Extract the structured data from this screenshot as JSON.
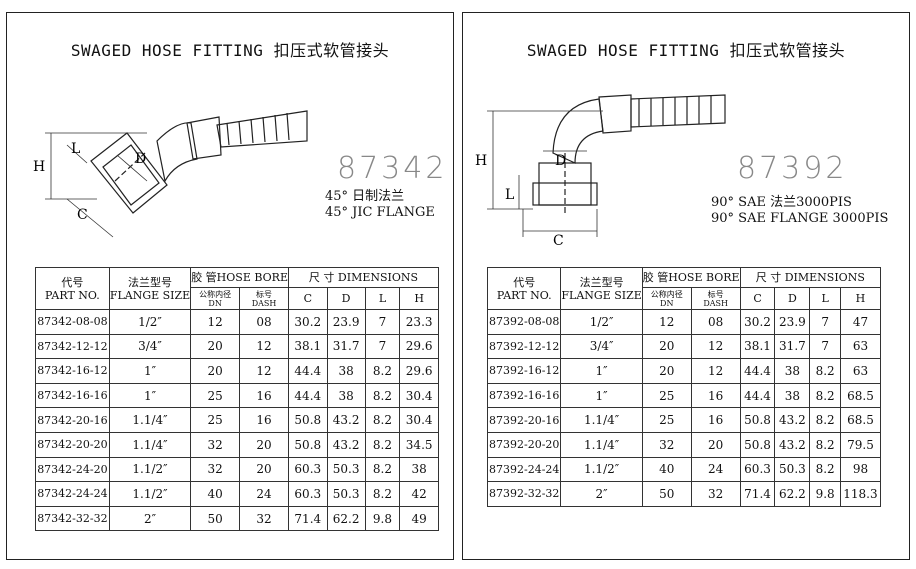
{
  "left": {
    "title": "SWAGED HOSE FITTING  扣压式软管接头",
    "code": "87342",
    "desc_line1": "45° 日制法兰",
    "desc_line2": "45° JIC FLANGE",
    "dim_labels": {
      "H": "H",
      "L": "L",
      "D": "D",
      "C": "C"
    },
    "table": {
      "h_code_cn": "代号",
      "h_code_en": "PART NO.",
      "h_flange_cn": "法兰型号",
      "h_flange_en": "FLANGE SIZE",
      "h_bore": "胶 管HOSE BORE",
      "h_dn_cn": "公称内径",
      "h_dn": "DN",
      "h_dash_cn": "标号",
      "h_dash": "DASH",
      "h_dims": "尺 寸 DIMENSIONS",
      "h_c": "C",
      "h_d": "D",
      "h_l": "L",
      "h_h": "H",
      "rows": [
        [
          "87342-08-08",
          "1/2″",
          "12",
          "08",
          "30.2",
          "23.9",
          "7",
          "23.3"
        ],
        [
          "87342-12-12",
          "3/4″",
          "20",
          "12",
          "38.1",
          "31.7",
          "7",
          "29.6"
        ],
        [
          "87342-16-12",
          "1″",
          "20",
          "12",
          "44.4",
          "38",
          "8.2",
          "29.6"
        ],
        [
          "87342-16-16",
          "1″",
          "25",
          "16",
          "44.4",
          "38",
          "8.2",
          "30.4"
        ],
        [
          "87342-20-16",
          "1.1/4″",
          "25",
          "16",
          "50.8",
          "43.2",
          "8.2",
          "30.4"
        ],
        [
          "87342-20-20",
          "1.1/4″",
          "32",
          "20",
          "50.8",
          "43.2",
          "8.2",
          "34.5"
        ],
        [
          "87342-24-20",
          "1.1/2″",
          "32",
          "20",
          "60.3",
          "50.3",
          "8.2",
          "38"
        ],
        [
          "87342-24-24",
          "1.1/2″",
          "40",
          "24",
          "60.3",
          "50.3",
          "8.2",
          "42"
        ],
        [
          "87342-32-32",
          "2″",
          "50",
          "32",
          "71.4",
          "62.2",
          "9.8",
          "49"
        ]
      ]
    }
  },
  "right": {
    "title": "SWAGED HOSE FITTING  扣压式软管接头",
    "code": "87392",
    "desc_line1": "90° SAE 法兰3000PIS",
    "desc_line2": "90° SAE FLANGE 3000PIS",
    "dim_labels": {
      "H": "H",
      "L": "L",
      "D": "D",
      "C": "C"
    },
    "table": {
      "h_code_cn": "代号",
      "h_code_en": "PART NO.",
      "h_flange_cn": "法兰型号",
      "h_flange_en": "FLANGE SIZE",
      "h_bore": "胶 管HOSE BORE",
      "h_dn_cn": "公称内径",
      "h_dn": "DN",
      "h_dash_cn": "标号",
      "h_dash": "DASH",
      "h_dims": "尺 寸 DIMENSIONS",
      "h_c": "C",
      "h_d": "D",
      "h_l": "L",
      "h_h": "H",
      "rows": [
        [
          "87392-08-08",
          "1/2″",
          "12",
          "08",
          "30.2",
          "23.9",
          "7",
          "47"
        ],
        [
          "87392-12-12",
          "3/4″",
          "20",
          "12",
          "38.1",
          "31.7",
          "7",
          "63"
        ],
        [
          "87392-16-12",
          "1″",
          "20",
          "12",
          "44.4",
          "38",
          "8.2",
          "63"
        ],
        [
          "87392-16-16",
          "1″",
          "25",
          "16",
          "44.4",
          "38",
          "8.2",
          "68.5"
        ],
        [
          "87392-20-16",
          "1.1/4″",
          "25",
          "16",
          "50.8",
          "43.2",
          "8.2",
          "68.5"
        ],
        [
          "87392-20-20",
          "1.1/4″",
          "32",
          "20",
          "50.8",
          "43.2",
          "8.2",
          "79.5"
        ],
        [
          "87392-24-24",
          "1.1/2″",
          "40",
          "24",
          "60.3",
          "50.3",
          "8.2",
          "98"
        ],
        [
          "87392-32-32",
          "2″",
          "50",
          "32",
          "71.4",
          "62.2",
          "9.8",
          "118.3"
        ]
      ]
    }
  }
}
